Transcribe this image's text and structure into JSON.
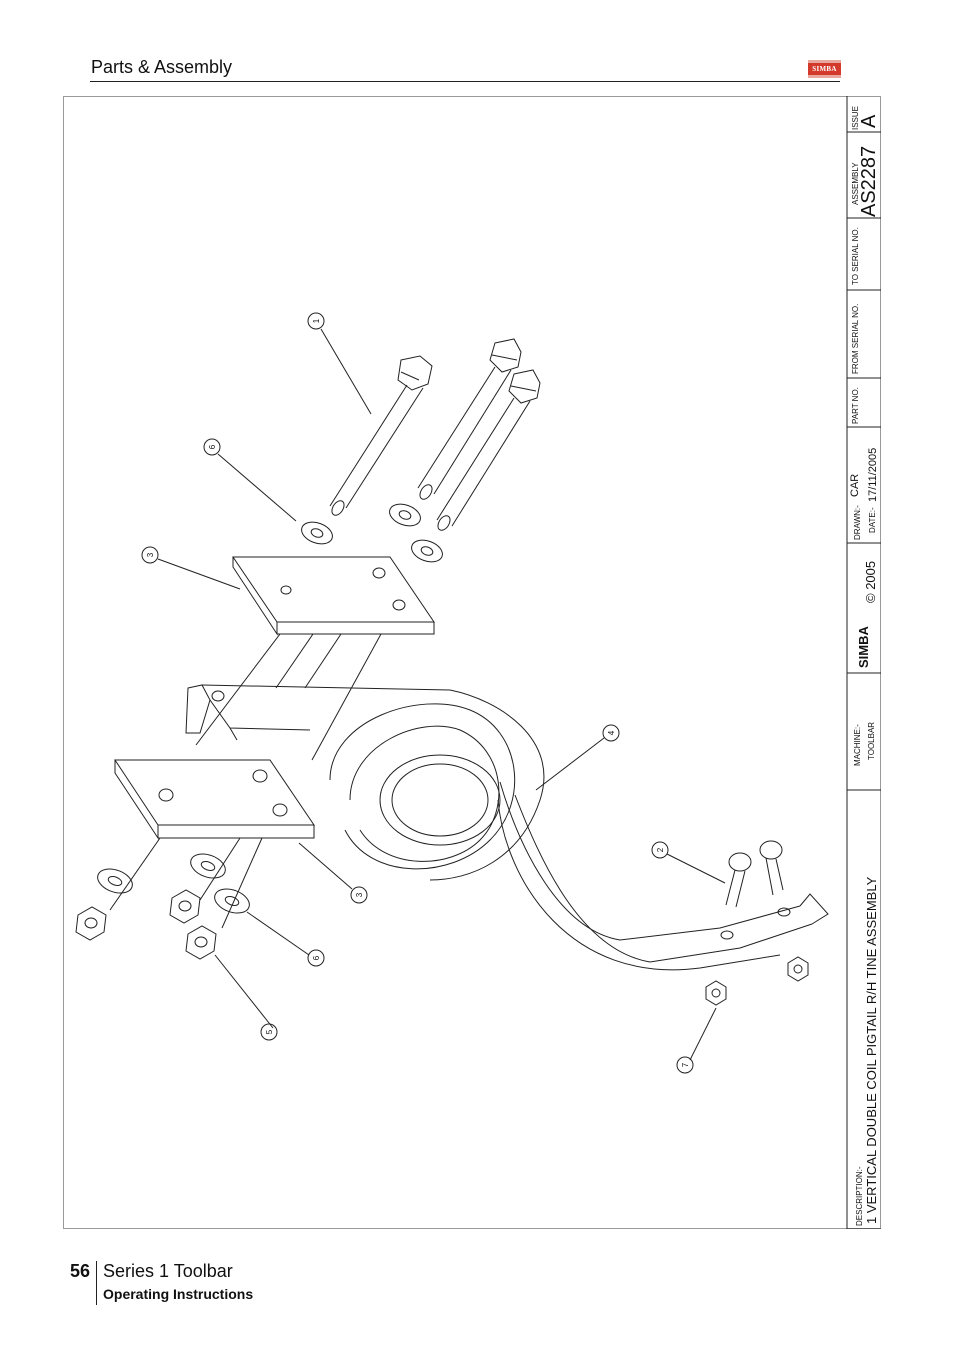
{
  "header": {
    "title": "Parts & Assembly",
    "logo_text": "SIMBA"
  },
  "footer": {
    "page_number": "56",
    "series": "Series 1 Toolbar",
    "manual": "Operating Instructions"
  },
  "title_block": {
    "issue_label": "ISSUE",
    "issue_value": "A",
    "assembly_label": "ASSEMBLY",
    "assembly_value": "AS2287",
    "to_serial_label": "TO SERIAL NO.",
    "from_serial_label": "FROM SERIAL NO.",
    "part_no_label": "PART NO.",
    "drawn_label": "DRAWN:-",
    "drawn_value": "CAR",
    "date_label": "DATE:-",
    "date_value": "17/11/2005",
    "logo_text": "SIMBA",
    "copyright": "© 2005",
    "machine_label": "MACHINE:-",
    "machine_value": "TOOLBAR",
    "description_label": "DESCRIPTION:-",
    "description_value": "1 VERTICAL DOUBLE COIL PIGTAIL R/H TINE ASSEMBLY"
  },
  "callouts": [
    "1",
    "6",
    "3",
    "4",
    "2",
    "3",
    "6",
    "5",
    "7"
  ],
  "colors": {
    "logo_red": "#d33a2c",
    "line": "#222222"
  }
}
